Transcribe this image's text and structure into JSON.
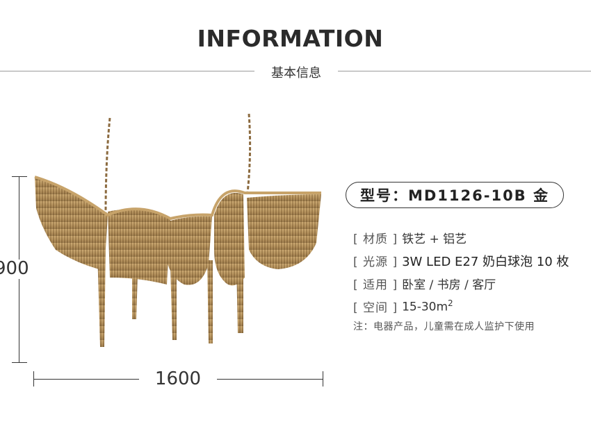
{
  "header": {
    "title": "INFORMATION",
    "subtitle": "基本信息"
  },
  "dimensions": {
    "height": "900",
    "width": "1600"
  },
  "model": {
    "text": "型号：MD1126-10B 金"
  },
  "specs": [
    {
      "label": "[ 材质 ]",
      "value": "铁艺 + 铝艺"
    },
    {
      "label": "[ 光源 ]",
      "value": "3W LED E27 奶白球泡 10 枚"
    },
    {
      "label": "[ 适用 ]",
      "value": "卧室 / 书房 / 客厅"
    },
    {
      "label": "[ 空间 ]",
      "value": "15-30m",
      "sup": "2"
    }
  ],
  "note": "注：电器产品，儿童需在成人监护下使用",
  "colors": {
    "text": "#333333",
    "gold": "#b8925a",
    "line": "#9a9a9a"
  }
}
